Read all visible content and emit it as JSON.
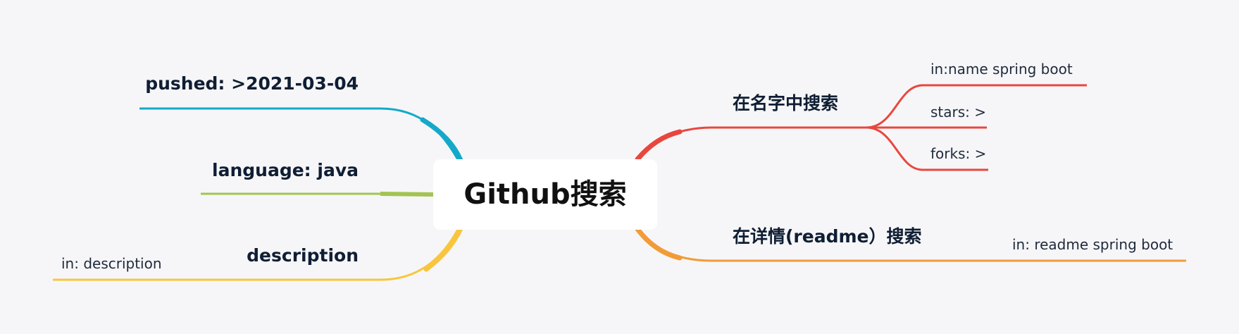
{
  "mindmap": {
    "root": "Github搜索",
    "left": {
      "pushed": "pushed: >2021-03-04",
      "language": "language: java",
      "description": "description",
      "description_child": "in: description"
    },
    "right": {
      "name_search": "在名字中搜索",
      "name_children": [
        "in:name spring boot",
        "stars: >",
        "forks: >"
      ],
      "readme_search": "在详情(readme）搜索",
      "readme_child": "in: readme spring boot"
    }
  },
  "colors": {
    "blue": "#14a9c9",
    "green": "#a2c452",
    "yellow": "#f8c63e",
    "red": "#e8473e",
    "orange": "#f29b38"
  }
}
